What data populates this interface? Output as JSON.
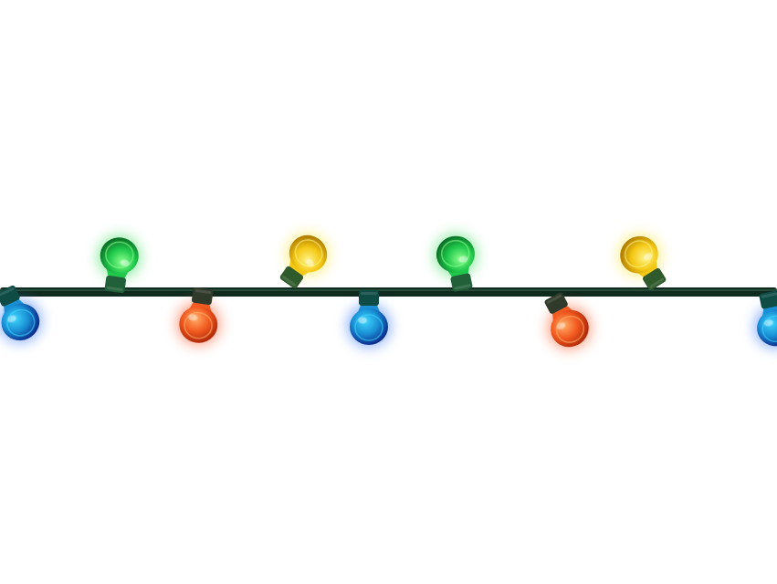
{
  "colors": {
    "background": "#ffffff",
    "wire": "#0f2a1e",
    "wire_highlight": "#2f5a43"
  },
  "bulb_colors": {
    "blue": {
      "core": "#3fd8ff",
      "mid": "#1a8fd4",
      "edge": "#0b2c8c",
      "glow": "#3a7bff"
    },
    "green": {
      "core": "#8dff8f",
      "mid": "#1fc84a",
      "edge": "#0a6e26",
      "glow": "#3fe060"
    },
    "yellow": {
      "core": "#fff48a",
      "mid": "#f4c815",
      "edge": "#b07d00",
      "glow": "#ffe640"
    },
    "red": {
      "core": "#ffb06a",
      "mid": "#f25a20",
      "edge": "#b22a0a",
      "glow": "#ff5a2a"
    }
  },
  "socket_colors": {
    "blue": "#0f4c45",
    "green": "#22603a",
    "yellow": "#2f5a2c",
    "red": "#2f3a2a"
  },
  "bulbs": [
    {
      "id": "bulb-1",
      "color": "blue"
    },
    {
      "id": "bulb-2",
      "color": "green"
    },
    {
      "id": "bulb-3",
      "color": "red"
    },
    {
      "id": "bulb-4",
      "color": "yellow"
    },
    {
      "id": "bulb-5",
      "color": "blue"
    },
    {
      "id": "bulb-6",
      "color": "green"
    },
    {
      "id": "bulb-7",
      "color": "red"
    },
    {
      "id": "bulb-8",
      "color": "yellow"
    },
    {
      "id": "bulb-9",
      "color": "blue"
    }
  ]
}
